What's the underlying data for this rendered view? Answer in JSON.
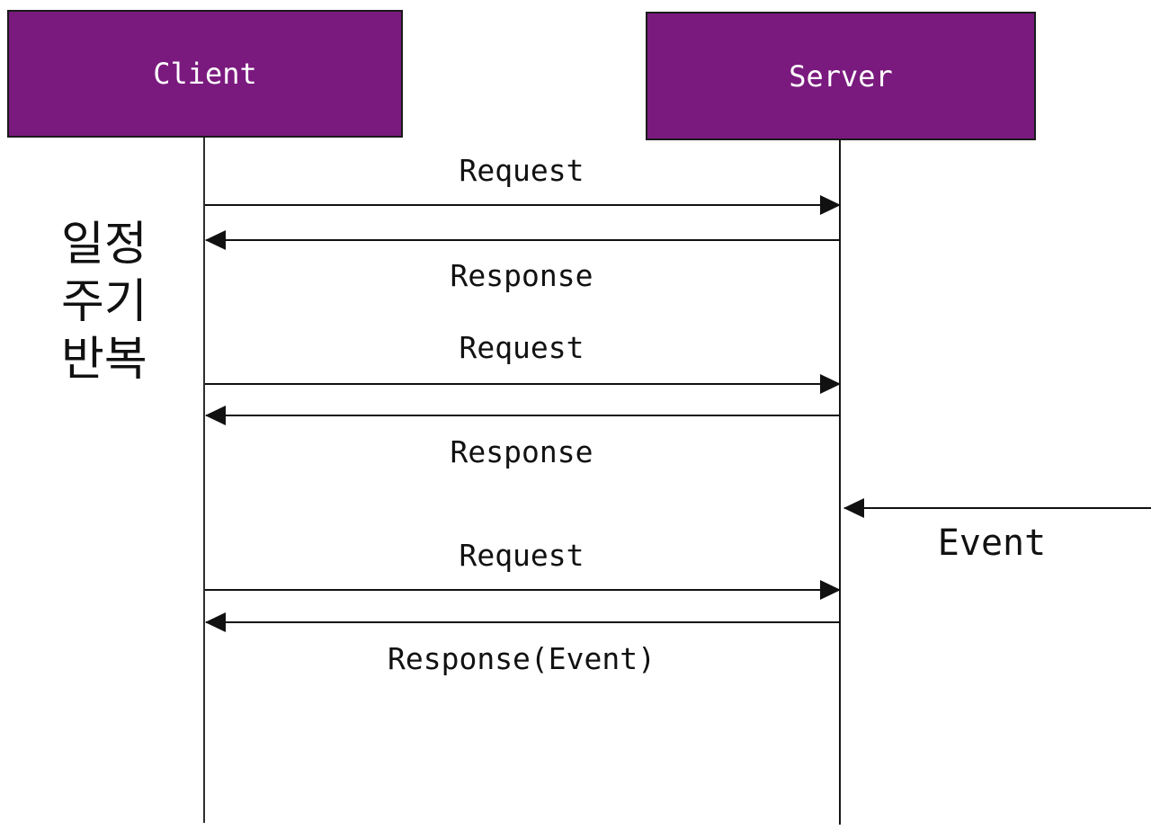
{
  "actors": [
    {
      "name": "Client"
    },
    {
      "name": "Server"
    }
  ],
  "annotation": {
    "lines": [
      "일정",
      "주기",
      "반복"
    ]
  },
  "messages": [
    {
      "label": "Request",
      "direction": "right"
    },
    {
      "label": "Response",
      "direction": "left"
    },
    {
      "label": "Request",
      "direction": "right"
    },
    {
      "label": "Response",
      "direction": "left"
    },
    {
      "label": "Event",
      "direction": "left",
      "external": true
    },
    {
      "label": "Request",
      "direction": "right"
    },
    {
      "label": "Response(Event)",
      "direction": "left"
    }
  ],
  "colors": {
    "actor_fill": "#7A1A7E",
    "actor_border": "#1A1A1A",
    "actor_text": "#FFFFFF",
    "line": "#111111",
    "text": "#111111",
    "background": "#FFFFFF"
  }
}
